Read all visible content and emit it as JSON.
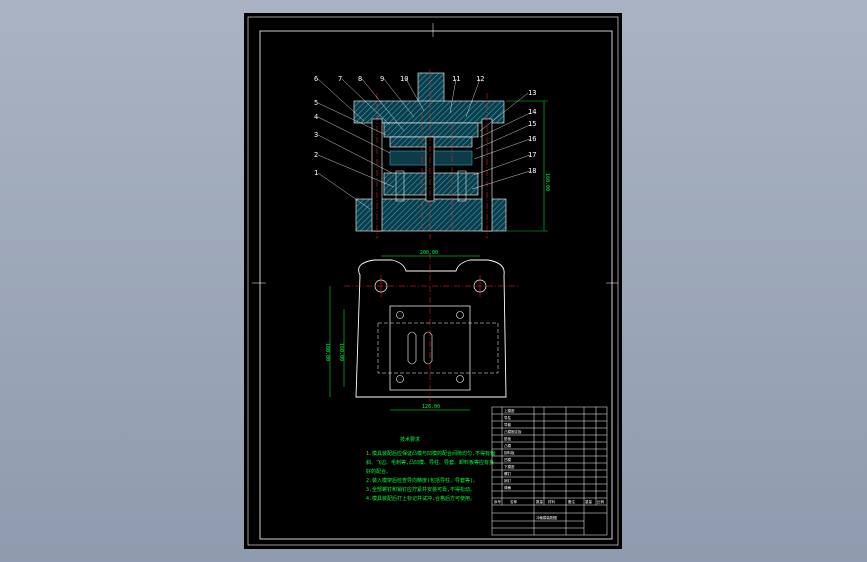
{
  "part_labels": [
    "1",
    "2",
    "3",
    "4",
    "5",
    "6",
    "7",
    "8",
    "9",
    "10",
    "11",
    "12",
    "13",
    "14",
    "15",
    "16",
    "17",
    "18"
  ],
  "dims": {
    "overall_height": "160.00",
    "plan_width": "200.00",
    "plan_length_a": "180.00",
    "plan_length_b": "160.00",
    "bottom_width": "126.00"
  },
  "notes": {
    "title": "技术要求",
    "lines": [
      "1.模具装配后应保证凸模与凹模的配合间隙均匀,不得有偏",
      "斜、飞边、毛刺等,凸凹模、导柱、导套、卸料板等应有良",
      "好的配合。",
      "2.装入模架后检查导向精度(包括导柱、导套等)。",
      "3.全部螺钉和销钉应拧紧并安装可靠,不得松动。",
      "4.模具装配后打上标记并试冲,合格后方可使用。"
    ]
  },
  "title_block": {
    "rows": [
      "上模座",
      "导柱",
      "导套",
      "凸模固定板",
      "垫板",
      "凸模",
      "卸料板",
      "凹模",
      "下模座",
      "螺钉",
      "销钉",
      "弹簧"
    ],
    "header": [
      "序号",
      "名称",
      "数量",
      "材料",
      "备注",
      "重量",
      "比例"
    ],
    "drawing_name": "冲裁模装配图"
  },
  "colors": {
    "line": "#00ff3c",
    "hatch": "#1e7f99",
    "center": "#ff2a2a",
    "outline": "#ffffff"
  }
}
